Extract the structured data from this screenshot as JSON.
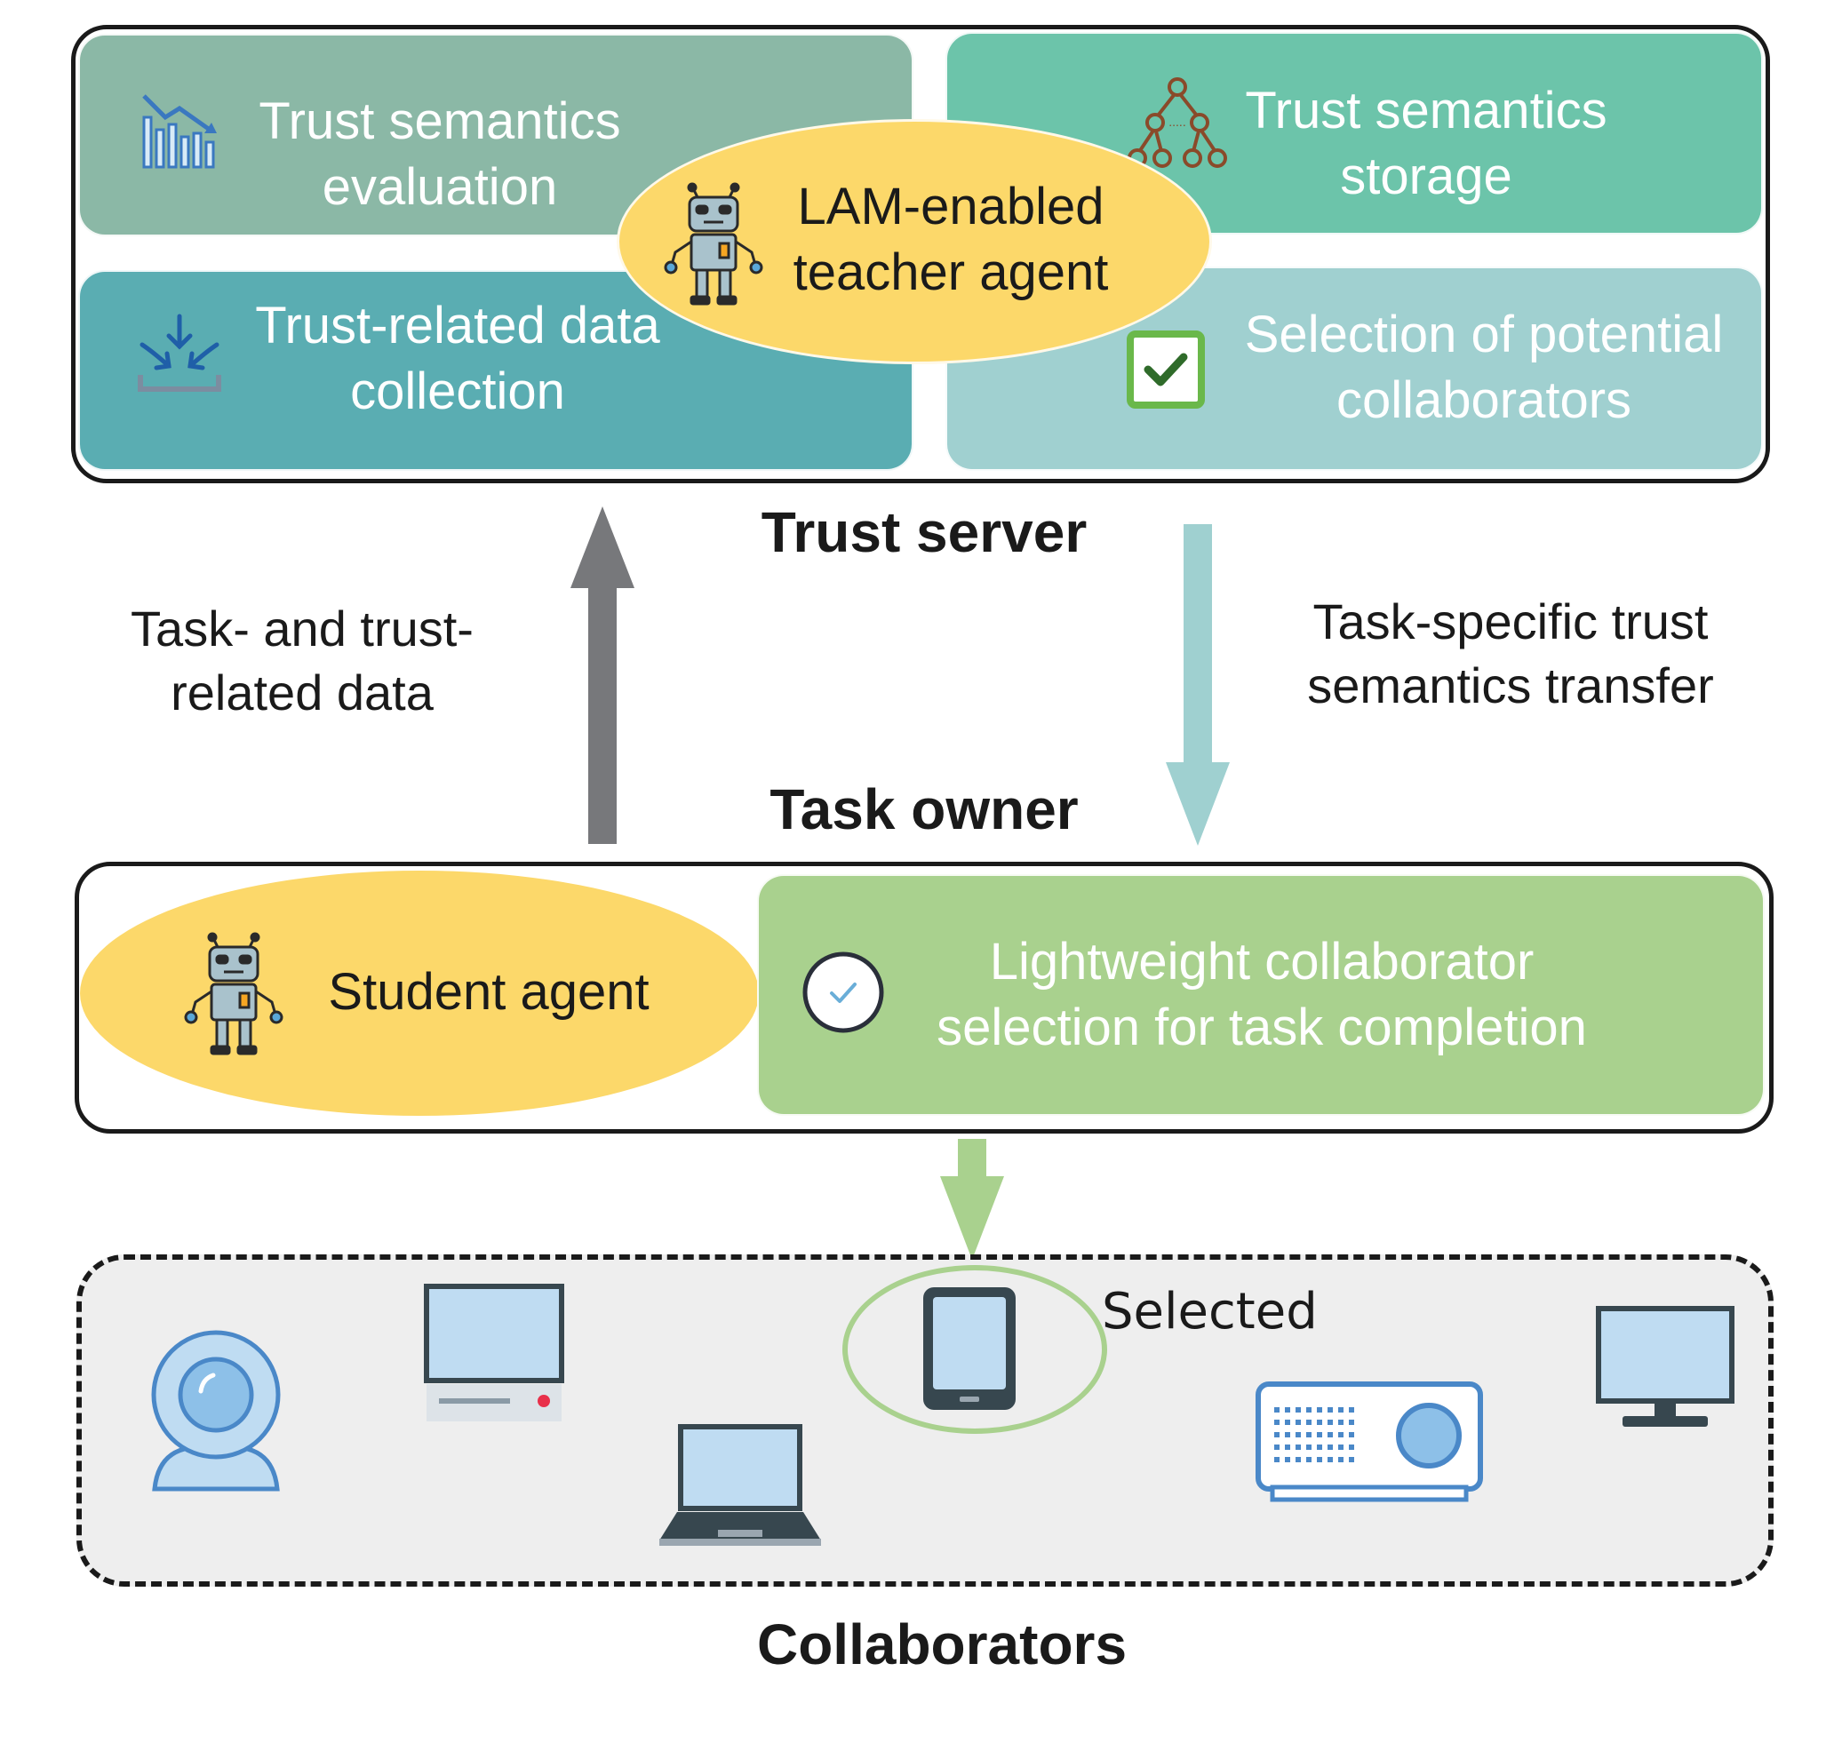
{
  "trust_server": {
    "label": "Trust server",
    "modules": {
      "evaluation": {
        "line1": "Trust semantics",
        "line2": "evaluation",
        "icon": "bar-chart-trend-icon"
      },
      "storage": {
        "line1": "Trust semantics",
        "line2": "storage",
        "icon": "tree-hierarchy-icon"
      },
      "collection": {
        "line1": "Trust-related data",
        "line2": "collection",
        "icon": "inbox-download-icon"
      },
      "selection": {
        "line1": "Selection of potential",
        "line2": "collaborators",
        "icon": "checkbox-icon"
      }
    },
    "teacher_agent": {
      "line1": "LAM-enabled",
      "line2": "teacher agent",
      "icon": "robot-icon"
    }
  },
  "flows": {
    "upload": {
      "line1": "Task- and trust-",
      "line2": "related data"
    },
    "transfer": {
      "line1": "Task-specific trust",
      "line2": "semantics transfer"
    }
  },
  "task_owner": {
    "label": "Task owner",
    "student_agent": {
      "label": "Student agent",
      "icon": "robot-icon"
    },
    "lightweight": {
      "line1": "Lightweight collaborator",
      "line2": "selection for task completion",
      "icon": "check-circle-icon"
    }
  },
  "collaborators": {
    "label": "Collaborators",
    "selected_label": "Selected",
    "devices": [
      "webcam-icon",
      "desktop-computer-icon",
      "laptop-icon",
      "tablet-icon",
      "projector-icon",
      "monitor-icon"
    ]
  },
  "colors": {
    "evaluation_bg": "#8bb8a6",
    "storage_bg": "#6cc4aa",
    "collection_bg": "#5aadb2",
    "selection_bg": "#a0d0d0",
    "agent_yellow": "#fcd86a",
    "lightweight_bg": "#a9d18e",
    "arrow_gray": "#77787b",
    "arrow_teal": "#9fd0d0",
    "arrow_green": "#a9d18e",
    "device_blue": "#bfdcf2",
    "collab_bg": "#eeeeee"
  }
}
